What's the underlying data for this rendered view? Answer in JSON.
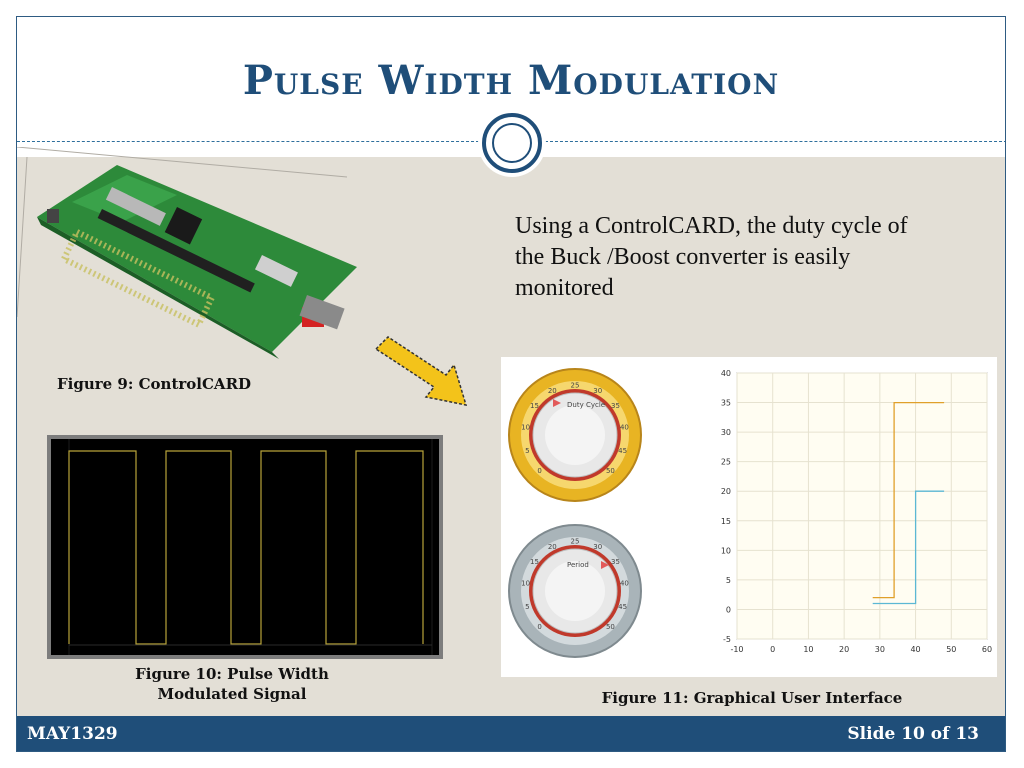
{
  "slide": {
    "title": "Pulse Width Modulation",
    "description": "Using a ControlCARD, the duty cycle of the Buck /Boost converter is easily monitored",
    "footer_left": "MAY1329",
    "footer_right": "Slide 10 of 13"
  },
  "figures": {
    "fig9_caption": "Figure 9: ControlCARD",
    "fig10_caption_line1": "Figure 10: Pulse Width",
    "fig10_caption_line2": "Modulated Signal",
    "fig11_caption": "Figure 11: Graphical User Interface"
  },
  "gui": {
    "knob1": {
      "label": "Duty Cycle",
      "ticks": [
        "0",
        "5",
        "10",
        "15",
        "20",
        "25",
        "30",
        "35",
        "40",
        "45",
        "50"
      ]
    },
    "knob2": {
      "label": "Period",
      "ticks": [
        "0",
        "5",
        "10",
        "15",
        "20",
        "25",
        "30",
        "35",
        "40",
        "45",
        "50"
      ]
    }
  },
  "chart_data": {
    "type": "line",
    "xlim": [
      -10,
      60
    ],
    "ylim": [
      -5,
      40
    ],
    "xticks": [
      "-10",
      "0",
      "10",
      "20",
      "30",
      "40",
      "50",
      "60"
    ],
    "yticks": [
      "-5",
      "0",
      "5",
      "10",
      "15",
      "20",
      "25",
      "30",
      "35",
      "40"
    ],
    "grid": true,
    "series": [
      {
        "color": "#e0a02a",
        "x": [
          28,
          34,
          34,
          48
        ],
        "y": [
          2,
          2,
          35,
          35
        ]
      },
      {
        "color": "#5bb8d4",
        "x": [
          28,
          40,
          40,
          48
        ],
        "y": [
          1,
          1,
          20,
          20
        ]
      }
    ]
  },
  "colors": {
    "accent": "#1f4e79",
    "slide_bg": "#e3dfd6",
    "pwm_trace": "#b8a43a",
    "gauge_gold": "#e8b423",
    "gauge_silver": "#a9b4b9",
    "arrow_fill": "#f3c31a"
  }
}
